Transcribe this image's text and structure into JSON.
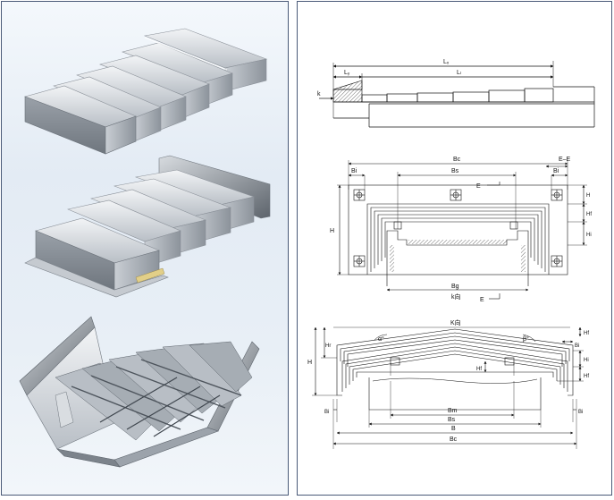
{
  "images": {
    "top": "flat-telescopic-cover-photo",
    "middle": "flanged-telescopic-cover-photo",
    "bottom": "gable-telescopic-cover-photo"
  },
  "drawing1": {
    "total_length": "Lₓ",
    "left_length": "Lᵧ",
    "stroke_length": "Lₗ",
    "view_arrow": "k"
  },
  "drawing2": {
    "overall_width": "Bc",
    "section_tag": "E–E",
    "flange_left": "Bi",
    "flange_right": "Bi",
    "inner_width": "Bs",
    "section_arrow_top": "E",
    "overall_height": "H",
    "height_right_1": "H",
    "height_right_2": "Hf",
    "height_right_3": "Hi",
    "base_width": "Bg",
    "view_label": "k向",
    "section_arrow_bottom": "E"
  },
  "drawing3": {
    "view_label": "K向",
    "angle_left": "α°",
    "angle_right": "β°",
    "overall_height": "H",
    "roof_height": "Hr",
    "height_right_1": "Hf",
    "flange_right_top": "Bi",
    "height_right_2": "Hi",
    "height_right_3": "Hf",
    "inner_height": "Hf",
    "flange_left": "Bi",
    "flange_right": "Bi",
    "width_m": "Bm",
    "width_s": "Bs",
    "width_b": "B",
    "width_c": "Bc"
  }
}
